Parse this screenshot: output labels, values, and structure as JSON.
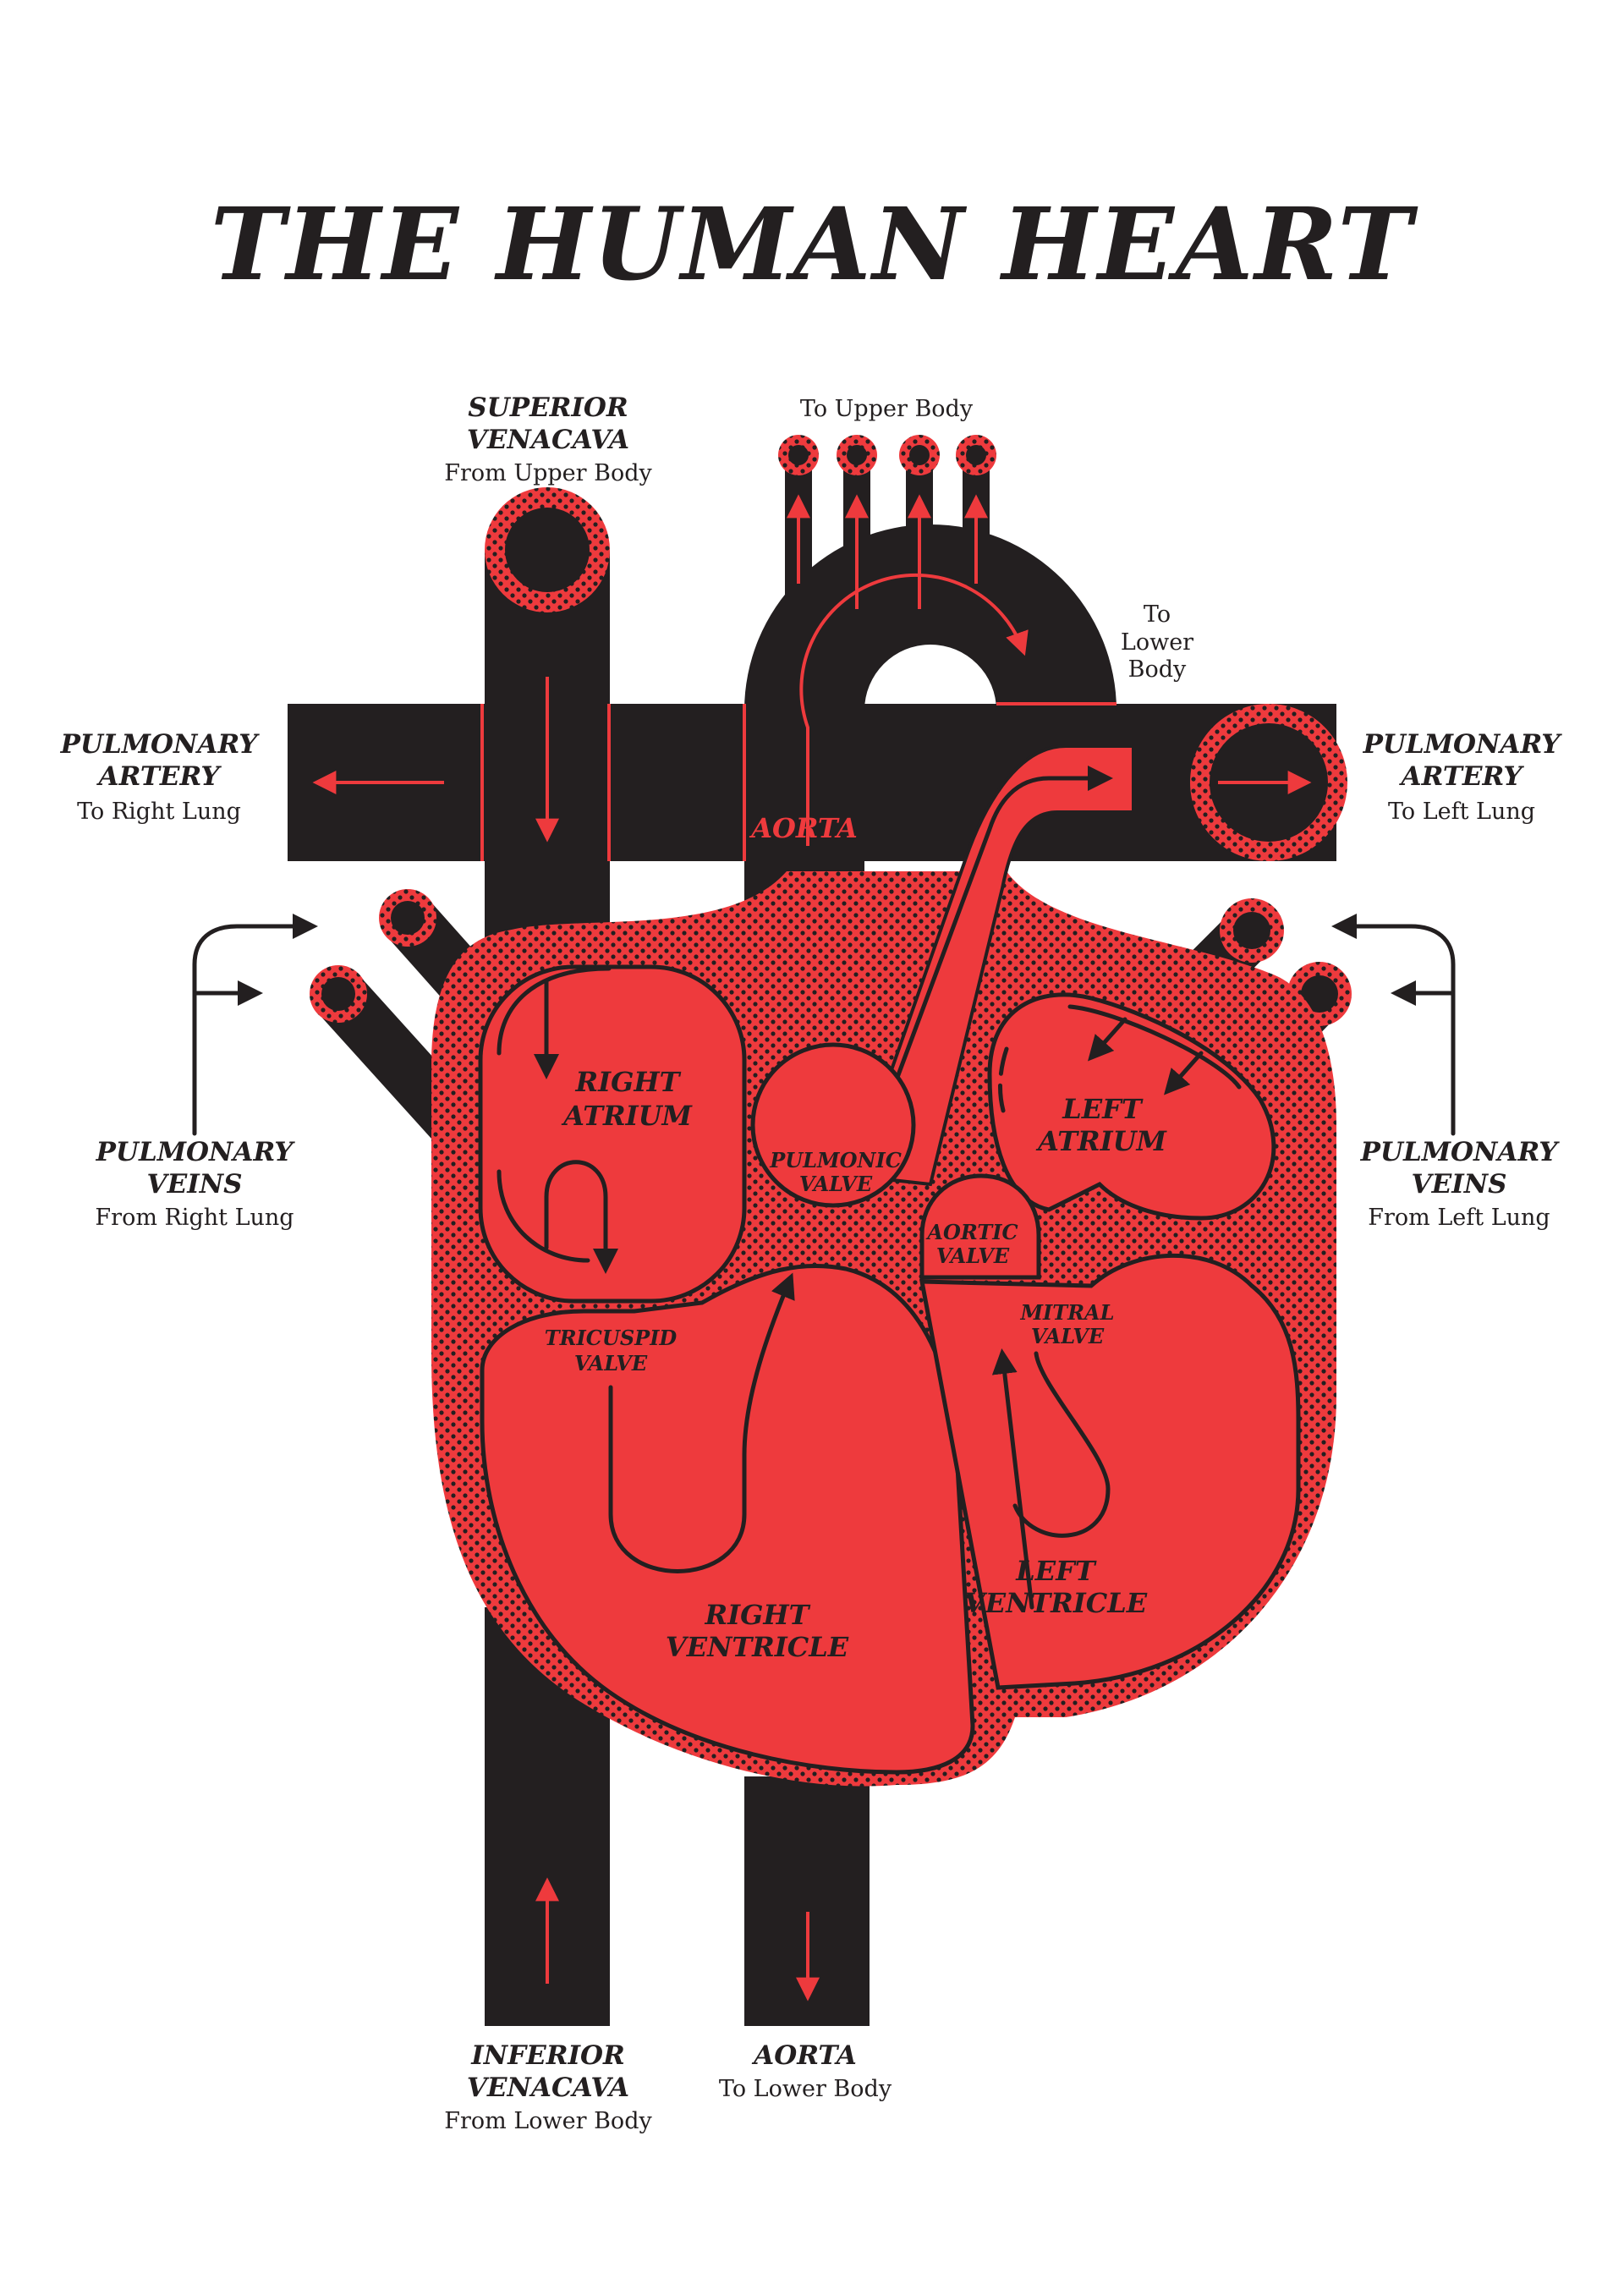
{
  "title": "THE HUMAN HEART",
  "colors": {
    "red": "#ee3a3d",
    "black": "#231f20",
    "background": "#ffffff"
  },
  "labels": {
    "superior_venacava": {
      "title_line1": "SUPERIOR",
      "title_line2": "VENACAVA",
      "sub": "From Upper Body"
    },
    "to_upper_body": "To Upper Body",
    "to_lower_body_arch": {
      "line1": "To",
      "line2": "Lower",
      "line3": "Body"
    },
    "pulmonary_artery_right": {
      "title_line1": "PULMONARY",
      "title_line2": "ARTERY",
      "sub": "To Right Lung"
    },
    "pulmonary_artery_left": {
      "title_line1": "PULMONARY",
      "title_line2": "ARTERY",
      "sub": "To Left Lung"
    },
    "pulmonary_veins_right": {
      "title_line1": "PULMONARY",
      "title_line2": "VEINS",
      "sub": "From Right Lung"
    },
    "pulmonary_veins_left": {
      "title_line1": "PULMONARY",
      "title_line2": "VEINS",
      "sub": "From Left Lung"
    },
    "inferior_venacava": {
      "title_line1": "INFERIOR",
      "title_line2": "VENACAVA",
      "sub": "From Lower Body"
    },
    "aorta_bottom": {
      "title": "AORTA",
      "sub": "To Lower Body"
    }
  },
  "inner_labels": {
    "aorta": "AORTA",
    "right_atrium": {
      "line1": "RIGHT",
      "line2": "ATRIUM"
    },
    "left_atrium": {
      "line1": "LEFT",
      "line2": "ATRIUM"
    },
    "pulmonic_valve": {
      "line1": "PULMONIC",
      "line2": "VALVE"
    },
    "aortic_valve": {
      "line1": "AORTIC",
      "line2": "VALVE"
    },
    "tricuspid_valve": {
      "line1": "TRICUSPID",
      "line2": "VALVE"
    },
    "mitral_valve": {
      "line1": "MITRAL",
      "line2": "VALVE"
    },
    "right_ventricle": {
      "line1": "RIGHT",
      "line2": "VENTRICLE"
    },
    "left_ventricle": {
      "line1": "LEFT",
      "line2": "VENTRICLE"
    }
  }
}
